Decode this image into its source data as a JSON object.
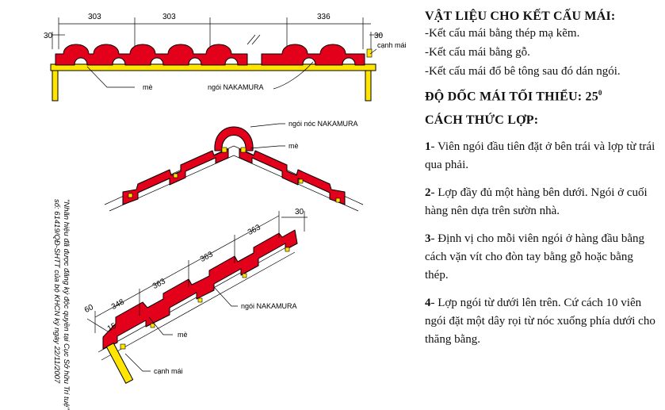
{
  "diagram": {
    "top_view": {
      "dims": [
        "303",
        "303",
        "336",
        "30",
        "30"
      ],
      "labels": {
        "ridge_edge": "cạnh mái",
        "mortar": "mè",
        "tile": "ngói NAKAMURA"
      }
    },
    "ridge_view": {
      "labels": {
        "ridge_tile": "ngói nóc NAKAMURA",
        "mortar": "mè"
      }
    },
    "slope_view": {
      "dims": [
        "30",
        "363",
        "363",
        "363",
        "348",
        "60",
        "15"
      ],
      "labels": {
        "tile": "ngói NAKAMURA",
        "mortar": "mè",
        "edge": "cạnh mái"
      }
    },
    "note_lines": [
      "\"Nhãn hiệu đã được đăng ký độc quyền tại Cục Sở hữu Trí tuệ\"",
      "số: 61419/QĐ-SHTT của bộ KHCN ký ngày 22/11/2007"
    ]
  },
  "panel": {
    "materials_title": "VẬT LIỆU CHO KẾT CẤU MÁI:",
    "materials": [
      "-Kết cấu mái bằng thép mạ kẽm.",
      "-Kết cấu mái bằng gỗ.",
      "-Kết cấu mái đổ bê tông sau đó dán ngói."
    ],
    "slope_title": "ĐỘ DỐC MÁI TỐI THIỂU: 25",
    "slope_unit": "0",
    "method_title": "CÁCH THỨC LỢP:",
    "steps": [
      {
        "num": "1",
        "text": "- Viên ngói đầu tiên đặt ở bên trái và lợp từ trái qua phải."
      },
      {
        "num": "2",
        "text": "- Lợp đầy đủ một hàng bên dưới. Ngói ở cuối hàng nên dựa trên sườn nhà."
      },
      {
        "num": "3",
        "text": "- Định vị cho mỗi viên ngói ở hàng đầu bằng cách vặn vít cho đòn tay bằng gỗ hoặc bằng thép."
      },
      {
        "num": "4",
        "text": "- Lợp ngói từ dưới lên trên. Cứ cách 10 viên ngói đặt một dây rọi từ nóc xuống phía dưới cho thăng bằng."
      }
    ]
  }
}
